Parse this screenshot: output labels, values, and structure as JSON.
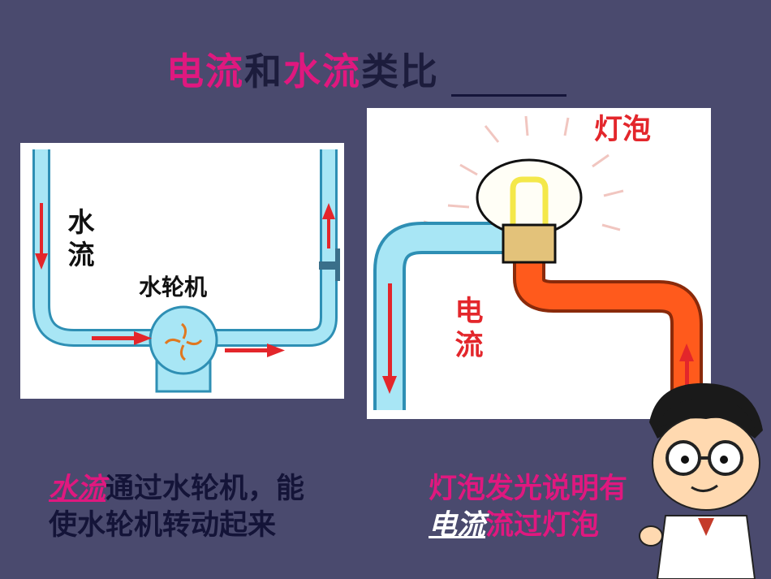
{
  "title": {
    "part1": "电流",
    "part2": "和",
    "part3": "水流",
    "part4": "类比"
  },
  "water_diagram": {
    "label_water_flow": "水流",
    "label_turbine": "水轮机"
  },
  "bulb_diagram": {
    "label_bulb": "灯泡",
    "label_current": "电流"
  },
  "caption_left": {
    "highlight": "水流",
    "rest": "通过水轮机，能使水轮机转动起来"
  },
  "caption_right": {
    "line1": "灯泡发光说明有",
    "highlight": "电流",
    "rest": "流过灯泡"
  },
  "colors": {
    "background": "#4a4a6e",
    "accent_pink": "#e0187f",
    "pipe_water": "#a8e6f5",
    "pipe_outline": "#2e8fb4",
    "pipe_orange": "#ff5a1c",
    "arrow_red": "#e3262b"
  },
  "icons": [
    "turbine-icon",
    "valve-icon",
    "light-bulb-icon",
    "arrow-down-icon",
    "arrow-right-icon",
    "arrow-up-icon"
  ]
}
